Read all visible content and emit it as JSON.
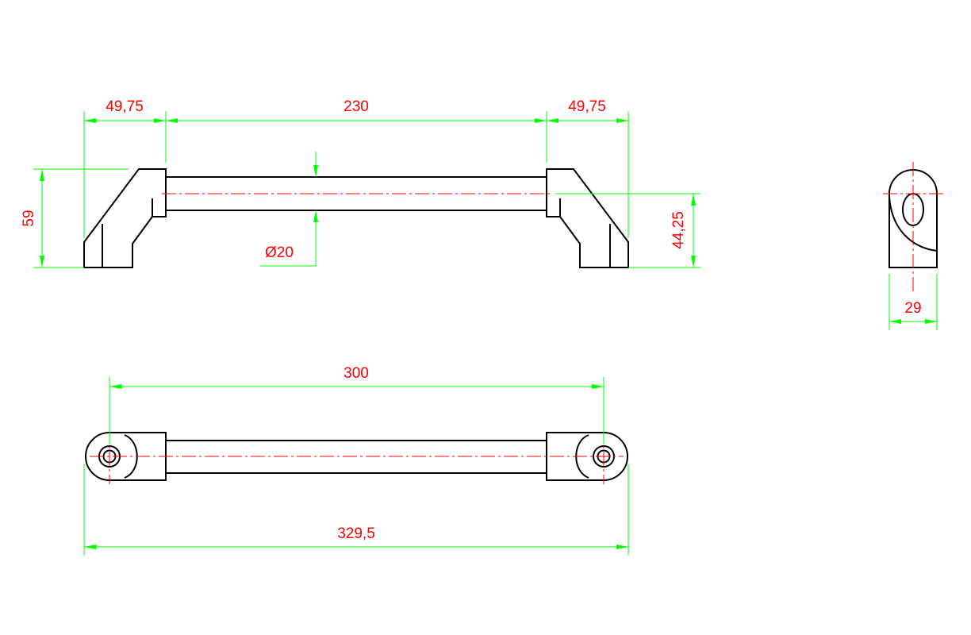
{
  "colors": {
    "outline": "#000000",
    "centerline": "#ff0000",
    "dimension_line": "#00ff00",
    "dimension_text": "#ff0000",
    "background": "#ffffff"
  },
  "dimensions": {
    "front_left_foot": "49,75",
    "front_bar_length": "230",
    "front_right_foot": "49,75",
    "front_height": "59",
    "bar_diameter": "Ø20",
    "center_height": "44,25",
    "side_width": "29",
    "hole_spacing": "300",
    "overall_length": "329,5"
  }
}
